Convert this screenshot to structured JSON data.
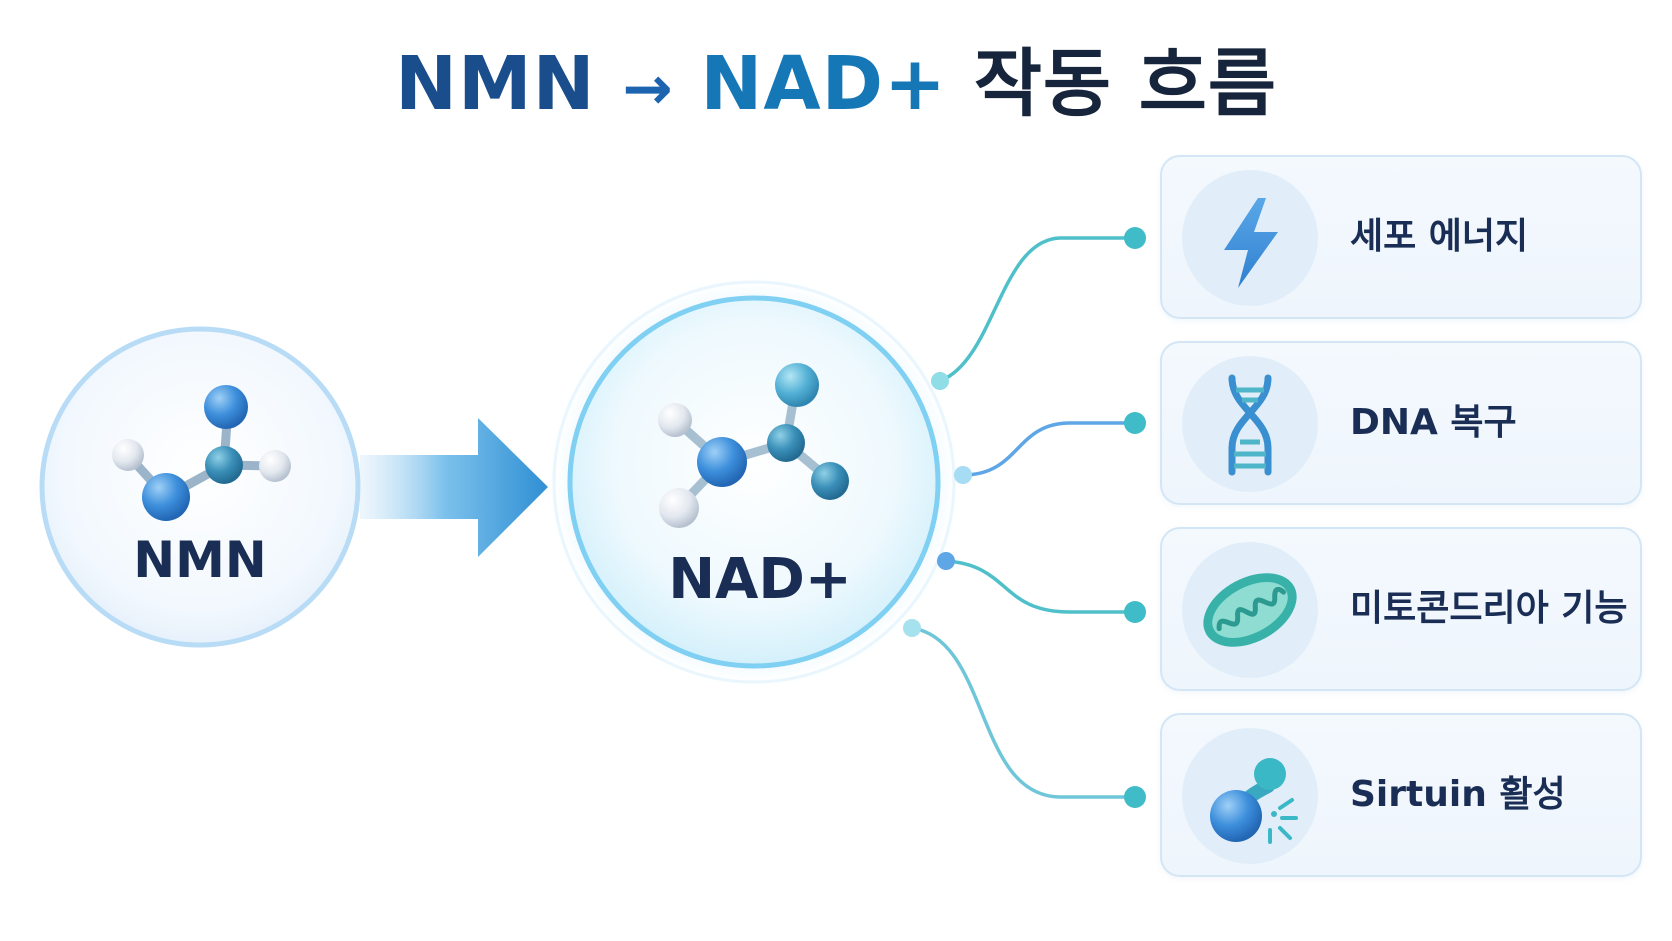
{
  "title": {
    "part_nmn": "NMN",
    "part_arrow": "→",
    "part_nad": "NAD+",
    "part_rest": "작동 흐름"
  },
  "source_node": {
    "label": "NMN"
  },
  "center_node": {
    "label": "NAD+"
  },
  "outcomes": [
    {
      "label": "세포 에너지",
      "icon": "lightning-icon"
    },
    {
      "label": "DNA 복구",
      "icon": "dna-icon"
    },
    {
      "label": "미토콘드리아 기능",
      "icon": "mitochondria-icon"
    },
    {
      "label": "Sirtuin 활성",
      "icon": "sirtuin-icon"
    }
  ],
  "colors": {
    "title_dark": "#1a4d8c",
    "title_accent": "#1677b6",
    "connector_teal": "#3fbcc8",
    "connector_blue": "#5ea6e6",
    "card_border": "#d4e6f6"
  }
}
